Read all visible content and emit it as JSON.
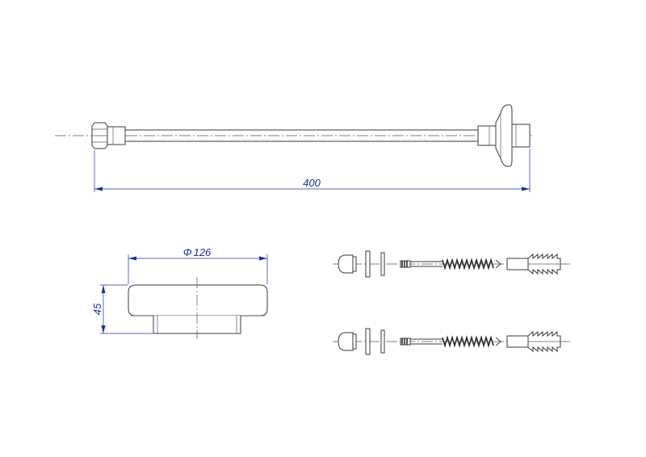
{
  "dimensions": {
    "hose_length": "400",
    "rosette_diameter_symbol": "Φ",
    "rosette_diameter": "126",
    "rosette_height": "45"
  },
  "colors": {
    "outline": "#3a3a3a",
    "dimension": "#1b2fa8",
    "background": "#ffffff"
  }
}
